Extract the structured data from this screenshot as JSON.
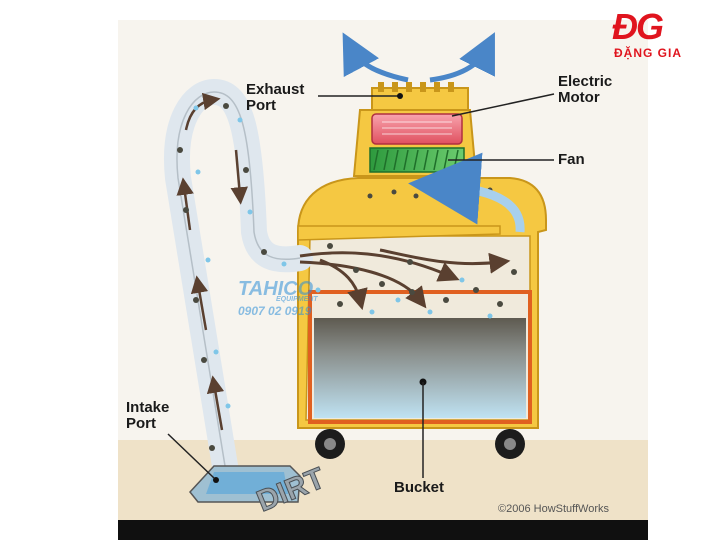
{
  "labels": {
    "exhaust_port": "Exhaust\nPort",
    "electric_motor": "Electric\nMotor",
    "fan": "Fan",
    "intake_port": "Intake\nPort",
    "bucket": "Bucket",
    "dirt": "DIRT"
  },
  "credit": "©2006 HowStuffWorks",
  "logo": {
    "mark": "ĐG",
    "name": "ĐẶNG GIA",
    "color": "#e0141e"
  },
  "watermark": {
    "brand": "TAHICO",
    "sub": "EQUIPMENT",
    "phone": "0907 02 0919",
    "color": "#2f8fd8"
  },
  "colors": {
    "body": "#f5c842",
    "body_outline": "#c9961a",
    "motor": "#f06a7a",
    "fan": "#3aa84a",
    "water": "#a8d8ee",
    "sludge": "#6e6a5e",
    "airflow": "#4a86c8",
    "floor": "#efe2c8"
  }
}
